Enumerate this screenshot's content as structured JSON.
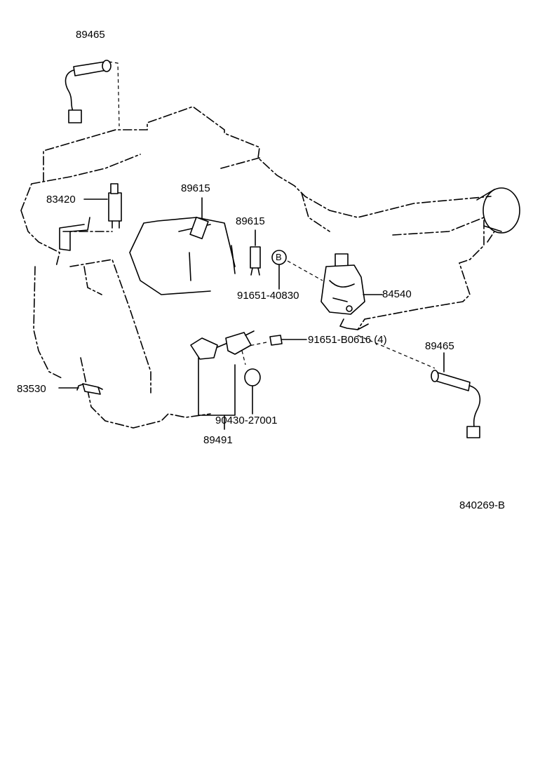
{
  "labels": {
    "o2_sensor_upper": "89465",
    "oil_pressure_switch": "83420",
    "knock_sensor_top": "89615",
    "knock_sensor_right": "89615",
    "callout_b": "B",
    "bolt_b": "91651-40830",
    "distributor": "84540",
    "bolt_4": "91651-B0616 (4)",
    "o2_sensor_lower": "89465",
    "water_temp_sensor": "83530",
    "clamp": "90430-27001",
    "vsv_assembly": "89491",
    "diagram_number": "840269-B"
  }
}
